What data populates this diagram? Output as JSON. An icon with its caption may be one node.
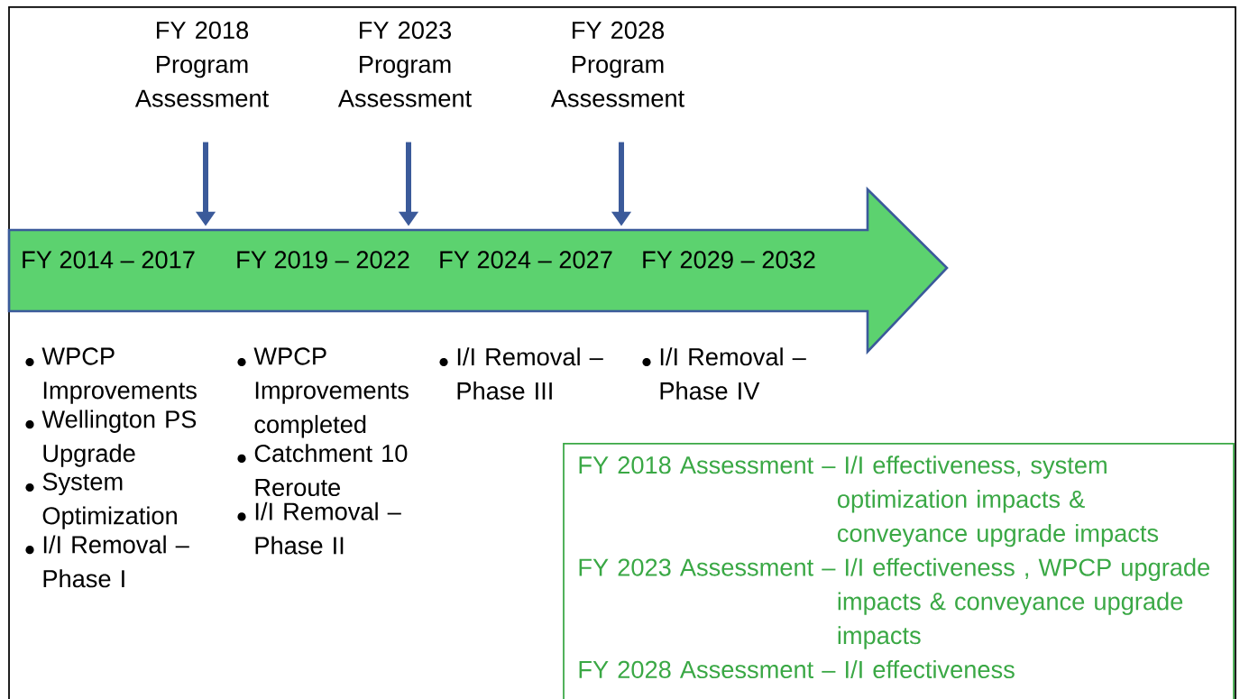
{
  "diagram": {
    "nodes": [
      {
        "text": [
          "FY 2014 – 2017",
          "FY 2019 – 2022",
          "FY 2024 – 2027",
          "FY 2029 – 2032"
        ]
      },
      {
        "text": [
          "FY 2018 Program Assessment"
        ]
      },
      {
        "text": [
          "FY 2023 Program Assessment"
        ]
      },
      {
        "text": [
          "FY 2028 Program Assessment"
        ]
      },
      {
        "text": [
          "FY 2018 Assessment – I/I effectiveness, system optimization impacts & conveyance upgrade impacts",
          "FY 2023 Assessment – I/I effectiveness , WPCP upgrade impacts & conveyance upgrade impacts",
          "FY 2028 Assessment – I/I effectiveness"
        ]
      }
    ],
    "edges": [
      {
        "from": 1,
        "to": 0,
        "arrow": "to"
      },
      {
        "from": 2,
        "to": 0,
        "arrow": "to"
      },
      {
        "from": 3,
        "to": 0,
        "arrow": "to"
      }
    ],
    "labels": [
      "WPCP Improvements",
      "Wellington PS Upgrade",
      "System Optimization",
      "I/I Removal – Phase I",
      "WPCP Improvements completed",
      "Catchment 10 Reroute",
      "I/I Removal – Phase II",
      "I/I Removal – Phase III",
      "I/I Removal – Phase IV"
    ]
  }
}
